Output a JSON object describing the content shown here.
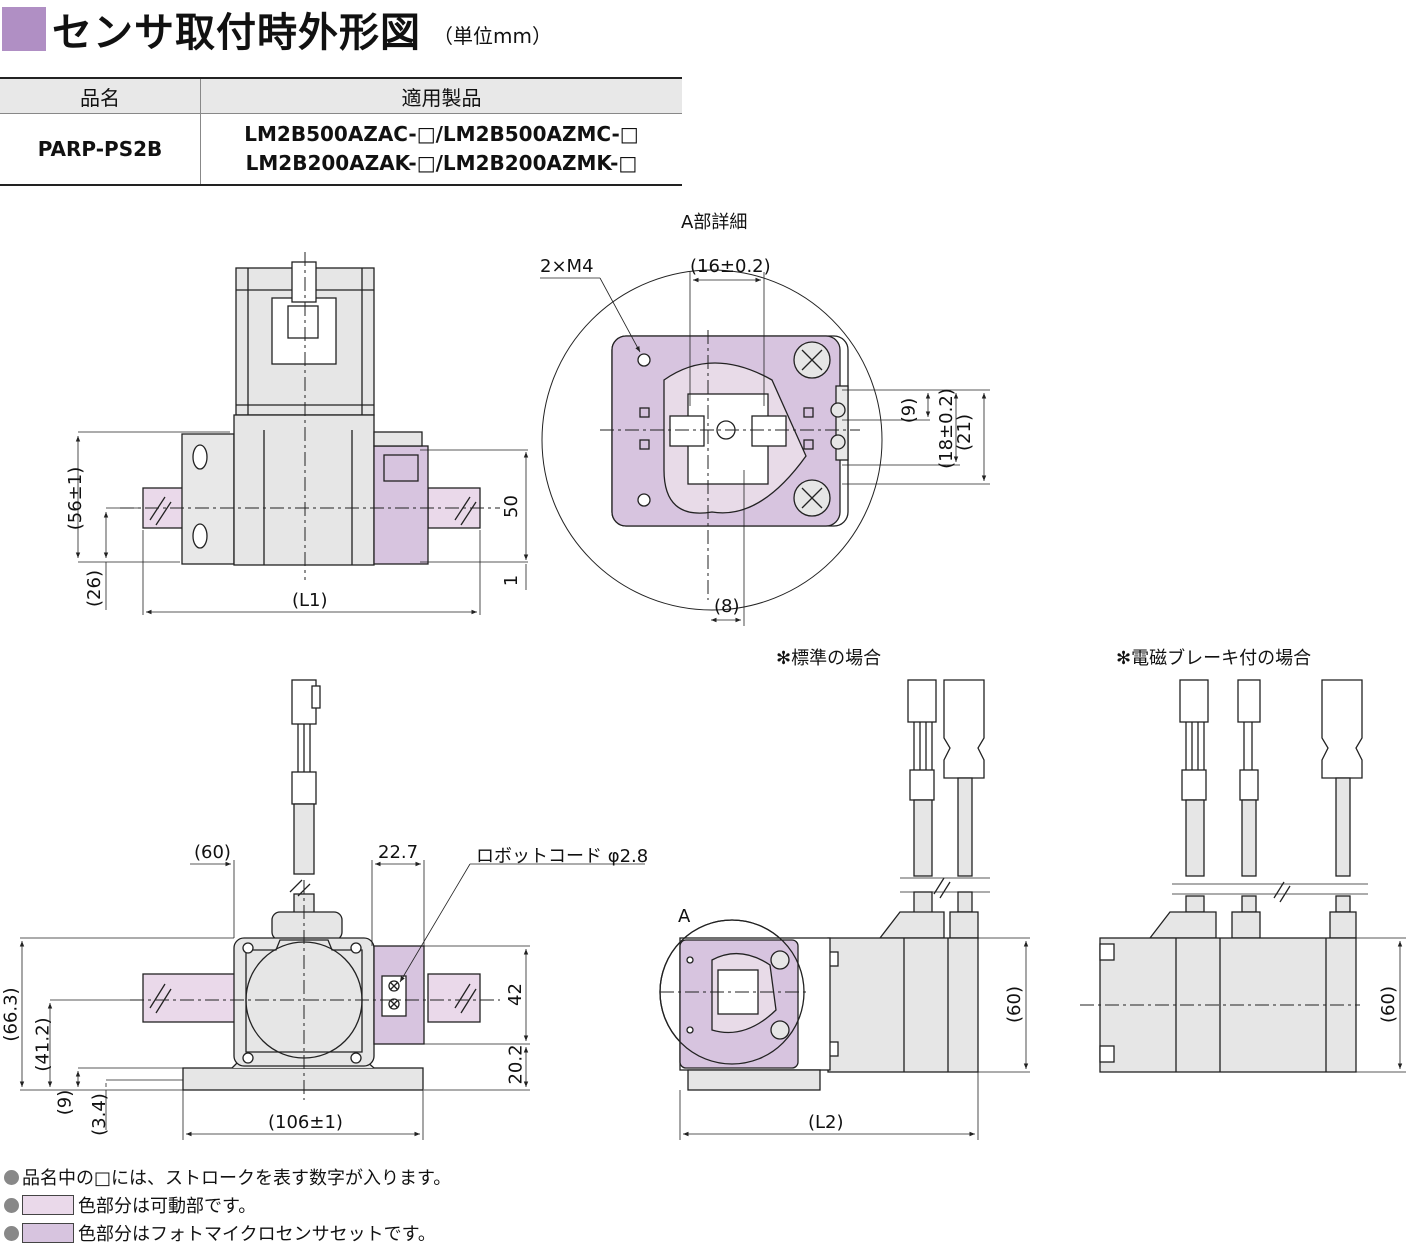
{
  "header": {
    "title": "センサ取付時外形図",
    "unit": "（単位mm）"
  },
  "spec_table": {
    "headers": [
      "品名",
      "適用製品"
    ],
    "rows": [
      {
        "name": "PARP-PS2B",
        "products": [
          "LM2B500AZAC-□/LM2B500AZMC-□",
          "LM2B200AZAK-□/LM2B200AZMK-□"
        ]
      }
    ]
  },
  "detail_a": {
    "title": "A部詳細",
    "screw": "2×M4",
    "dim_16": "(16±0.2)",
    "dim_9": "(9)",
    "dim_18": "(18±0.2)",
    "dim_21": "(21)",
    "dim_8": "(8)"
  },
  "front_view": {
    "dim_56": "(56±1)",
    "dim_26": "(26)",
    "dim_50": "50",
    "dim_1": "1",
    "dim_L1": "(L1)"
  },
  "side_view": {
    "dim_60": "(60)",
    "dim_22_7": "22.7",
    "cable_label": "ロボットコード φ2.8",
    "dim_66_3": "(66.3)",
    "dim_41_2": "(41.2)",
    "dim_9": "(9)",
    "dim_3_4": "(3.4)",
    "dim_42": "42",
    "dim_20_2": "20.2",
    "dim_106": "(106±1)"
  },
  "standard_view": {
    "title": "✻標準の場合",
    "label_a": "A",
    "dim_60": "(60)",
    "dim_L2": "(L2)"
  },
  "brake_view": {
    "title": "✻電磁ブレーキ付の場合",
    "dim_60": "(60)"
  },
  "notes": [
    "品名中の□には、ストロークを表す数字が入ります。",
    "色部分は可動部です。",
    "色部分はフォトマイクロセンサセットです。"
  ],
  "colors": {
    "title_square": "#b08fc4",
    "movable": "#ead9ea",
    "sensor": "#d7c4df",
    "gray_body": "#e4e4e4"
  }
}
